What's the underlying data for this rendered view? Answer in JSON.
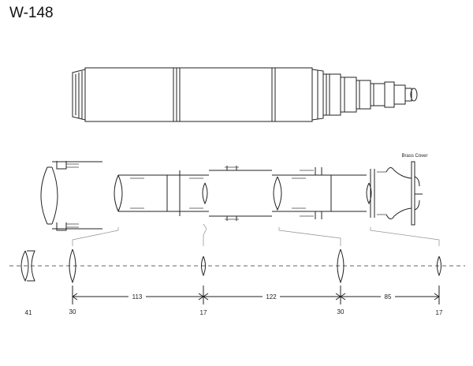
{
  "title": "W-148",
  "callout": "Brass Cover",
  "dimensions": [
    "113",
    "122",
    "85"
  ],
  "lens_diameters": [
    "41",
    "30",
    "17",
    "30",
    "17"
  ]
}
